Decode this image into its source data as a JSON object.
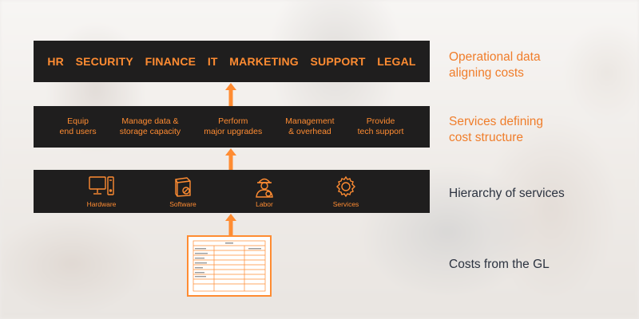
{
  "functions": [
    "HR",
    "SECURITY",
    "FINANCE",
    "IT",
    "MARKETING",
    "SUPPORT",
    "LEGAL"
  ],
  "services": [
    "Equip\nend users",
    "Manage data &\nstorage capacity",
    "Perform\nmajor upgrades",
    "Management\n& overhead",
    "Provide\ntech support"
  ],
  "hierarchy": [
    {
      "label": "Hardware",
      "icon": "computer-icon"
    },
    {
      "label": "Software",
      "icon": "software-box-icon"
    },
    {
      "label": "Labor",
      "icon": "worker-icon"
    },
    {
      "label": "Services",
      "icon": "gear-icon"
    }
  ],
  "side_labels": {
    "operational": "Operational data\naligning costs",
    "services": "Services defining\ncost structure",
    "hierarchy": "Hierarchy of services",
    "costs": "Costs from the GL"
  },
  "colors": {
    "accent": "#ff8c32",
    "box": "#1f1e1e",
    "dark_text": "#2c3340"
  }
}
